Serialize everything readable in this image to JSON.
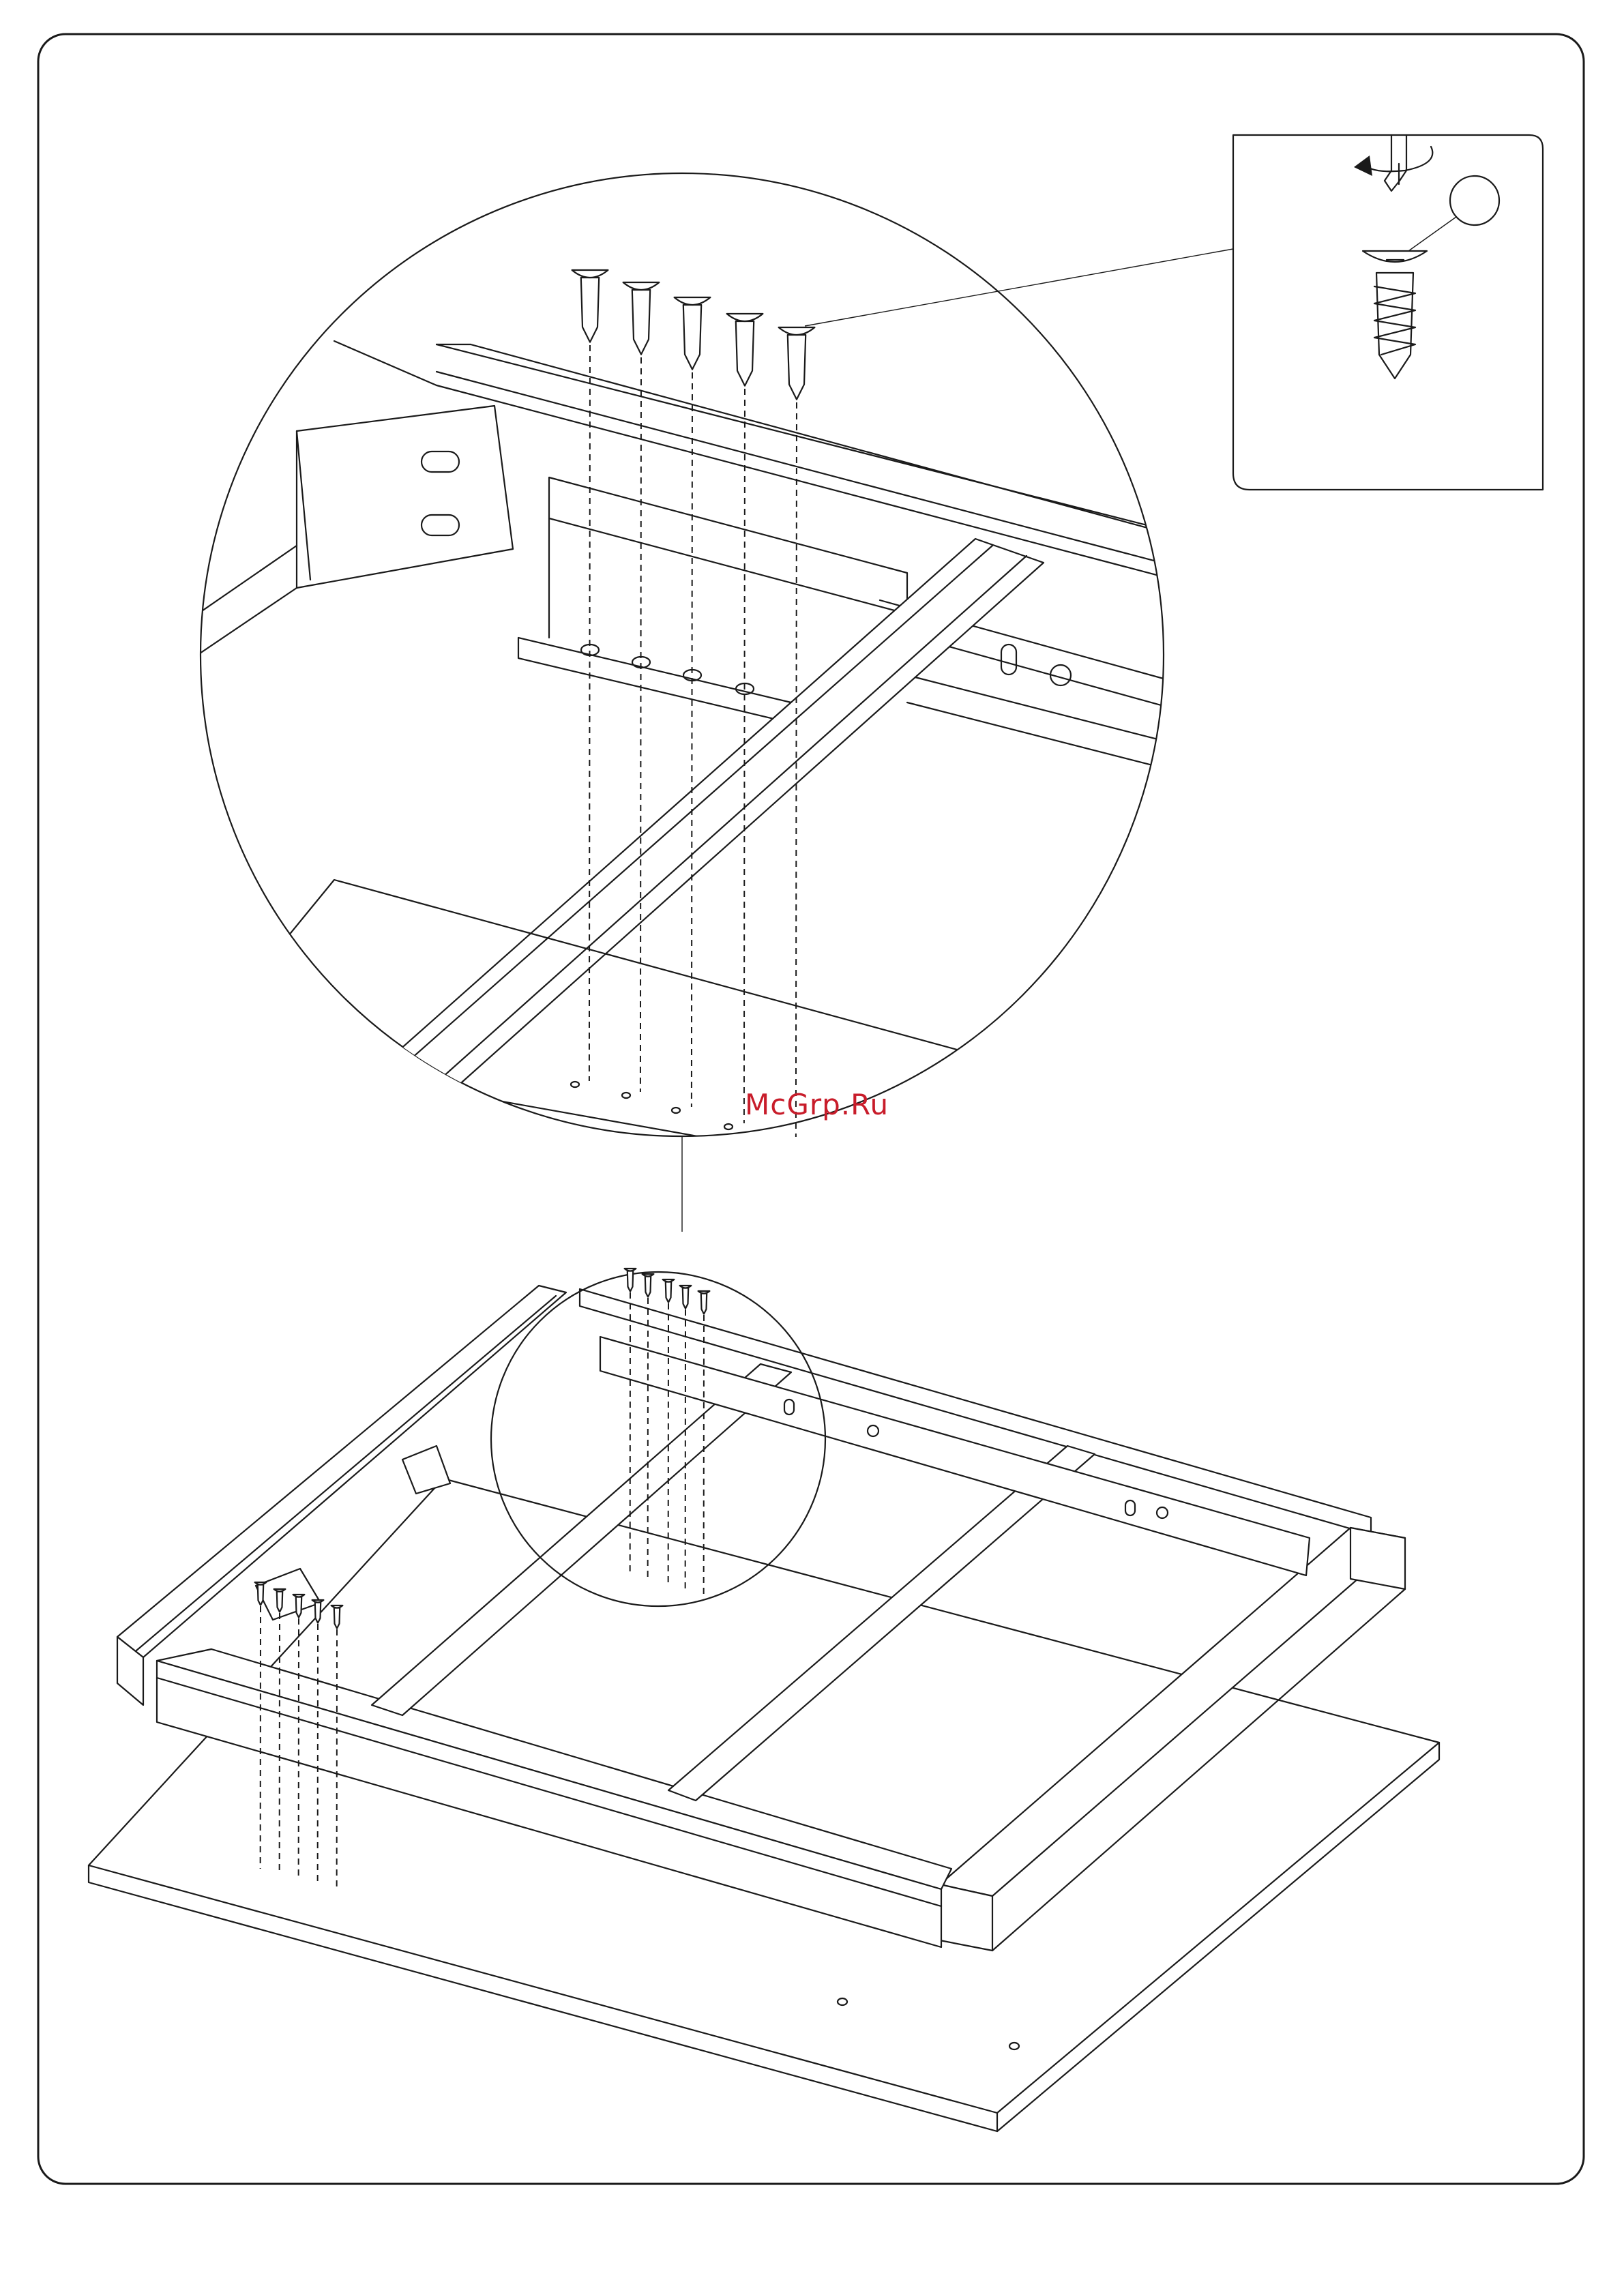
{
  "watermark": {
    "text": "McGrp.Ru",
    "color": "#c81c2a"
  },
  "callout": {
    "part_label": ""
  },
  "diagram": {
    "step_type": "assembly-instruction",
    "parts": [
      "frame",
      "rail",
      "crossbar",
      "bracket",
      "wood-screw",
      "panel"
    ],
    "icons": [
      "screwdriver-icon",
      "rotate-arrow-icon",
      "screw-icon"
    ]
  }
}
